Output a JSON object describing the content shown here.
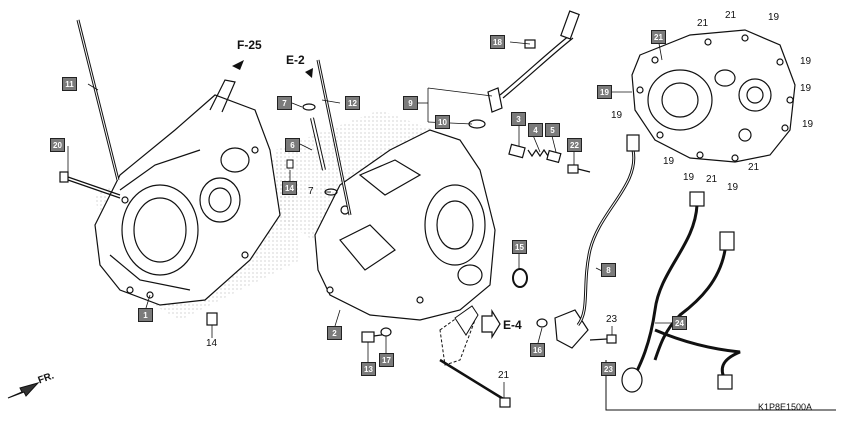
{
  "diagram_code": "K1P8E1500A",
  "direction_label": "FR.",
  "references": {
    "f25": "F-25",
    "e2": "E-2",
    "e4": "E-4"
  },
  "callouts": {
    "c1": "1",
    "c2": "2",
    "c3": "3",
    "c4": "4",
    "c5": "5",
    "c6": "6",
    "c7": "7",
    "c8": "8",
    "c9": "9",
    "c10": "10",
    "c11": "11",
    "c12": "12",
    "c13": "13",
    "c14": "14",
    "c15": "15",
    "c16": "16",
    "c17": "17",
    "c18": "18",
    "c19": "19",
    "c20": "20",
    "c21": "21",
    "c22": "22",
    "c23": "23",
    "c24": "24"
  },
  "plain_labels": {
    "p7": "7",
    "p14": "14",
    "p19": "19",
    "p21": "21",
    "p23": "23"
  }
}
